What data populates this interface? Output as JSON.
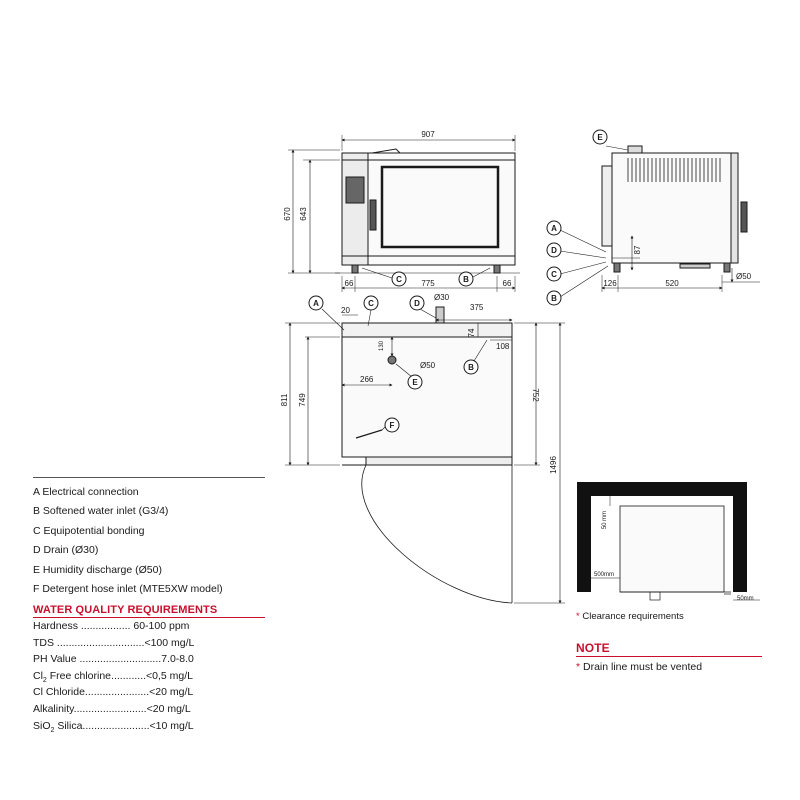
{
  "front_view": {
    "width_overall": "907",
    "height_overall": "670",
    "height_body": "643",
    "foot_offset_left": "66",
    "foot_spacing": "775",
    "foot_offset_right": "66",
    "callout_c": "C",
    "callout_b": "B"
  },
  "side_view": {
    "callout_e": "E",
    "callout_a": "A",
    "callout_d": "D",
    "callout_c": "C",
    "callout_b": "B",
    "height_connections": "87",
    "offset_rear": "126",
    "depth": "520",
    "discharge_diameter": "Ø50"
  },
  "top_view": {
    "callout_a": "A",
    "callout_c": "C",
    "callout_d": "D",
    "callout_b": "B",
    "callout_e": "E",
    "callout_f": "F",
    "drain_diameter": "Ø30",
    "offset_a": "20",
    "offset_d": "375",
    "offset_b_depth": "74",
    "offset_b_side": "108",
    "offset_e_depth": "130",
    "humidity_diameter": "Ø50",
    "offset_e_side": "266",
    "depth_overall": "811",
    "depth_body": "749",
    "depth_right": "752",
    "door_open_depth": "1496"
  },
  "clearance_diagram": {
    "top_clearance": "50 mm",
    "left_clearance": "500mm",
    "right_clearance": "50mm"
  },
  "legend": [
    "A Electrical connection",
    "B Softened water inlet (G3/4)",
    "C Equipotential bonding",
    "D Drain (Ø30)",
    "E Humidity discharge (Ø50)",
    "F Detergent hose inlet (MTE5XW model)"
  ],
  "water_quality": {
    "title": "WATER QUALITY REQUIREMENTS",
    "rows": [
      {
        "label": "Hardness ................. ",
        "value": "60-100 ppm"
      },
      {
        "label": "TDS ..............................",
        "value": "<100 mg/L"
      },
      {
        "label": "PH Value ............................",
        "value": "7.0-8.0"
      },
      {
        "label_pre": "Cl",
        "label_sub": "2",
        "label_post": " Free chlorine............",
        "value": "<0,5 mg/L"
      },
      {
        "label": "Cl Chloride......................",
        "value": "<20 mg/L"
      },
      {
        "label": "Alkalinity.........................",
        "value": "<20 mg/L"
      },
      {
        "label_pre": "SiO",
        "label_sub": "2",
        "label_post": " Silica.......................",
        "value": "<10 mg/L"
      }
    ]
  },
  "clearance_note": {
    "star": "*",
    "text": " Clearance requirements"
  },
  "note": {
    "title": "NOTE",
    "star": "*",
    "text": " Drain line must be vented"
  },
  "colors": {
    "accent_red": "#c8102e",
    "line": "#1a1a1a",
    "panel_gray": "#e6e6e6",
    "wall_black": "#111111"
  }
}
